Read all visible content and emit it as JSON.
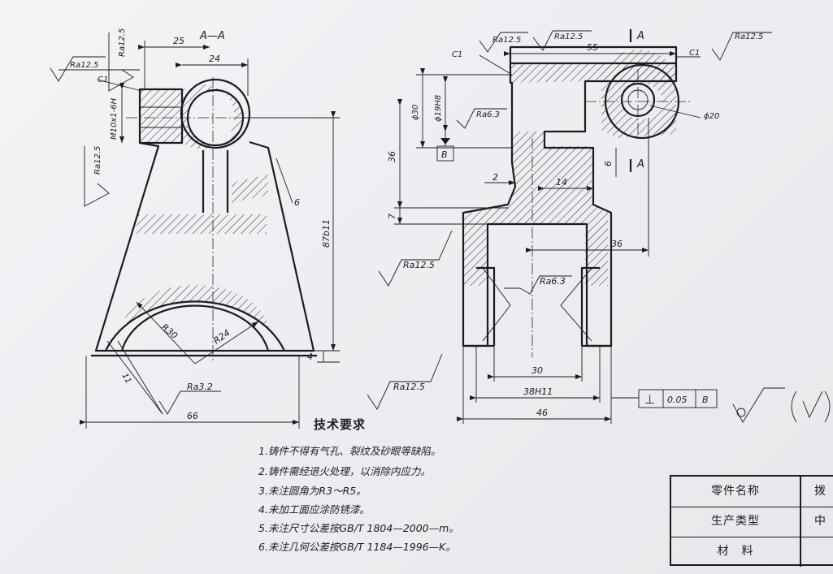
{
  "section": {
    "label": "A—A",
    "view_marker": "A"
  },
  "dimensions": {
    "d25": "25",
    "d24": "24",
    "m10": "M10x1-6H",
    "d87": "87b11",
    "d6_left": "6",
    "r30": "R30",
    "r24": "R24",
    "d4": "4",
    "d11": "11",
    "d66": "66",
    "d55": "55",
    "phi30": "ϕ30",
    "phi19": "ϕ19H8",
    "phi20": "ϕ20",
    "d36_left": "36",
    "d2": "2",
    "d14": "14",
    "d6_right": "6",
    "d7": "7",
    "d36_right": "36",
    "d30": "30",
    "d38": "38H11",
    "d46": "46"
  },
  "roughness": {
    "ra125": "Ra12.5",
    "ra63": "Ra6.3",
    "ra32": "Ra3.2"
  },
  "chamfer": "C1",
  "datum": "B",
  "gdt": {
    "symbol": "⊥",
    "tolerance": "0.05",
    "datum": "B"
  },
  "requirements": {
    "title": "技术要求",
    "items": [
      "1.铸件不得有气孔、裂纹及砂眼等缺陷。",
      "2.铸件需经退火处理，以消除内应力。",
      "3.未注圆角为R3～R5。",
      "4.未加工面应涂防锈漆。",
      "5.未注尺寸公差按GB/T 1804—2000—m。",
      "6.未注几何公差按GB/T 1184—1996—K。"
    ]
  },
  "title_block": {
    "rows": [
      {
        "label": "零件名称",
        "value": "拨"
      },
      {
        "label": "生产类型",
        "value": "中"
      },
      {
        "label": "材　料",
        "value": ""
      }
    ]
  }
}
